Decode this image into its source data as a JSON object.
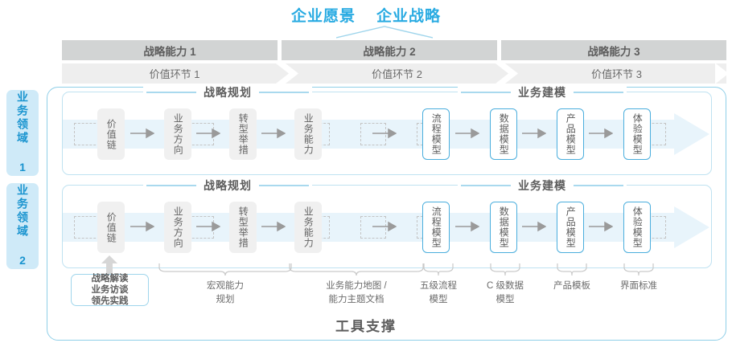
{
  "header": {
    "vision": "企业愿景",
    "strategy": "企业战略"
  },
  "capabilities": [
    {
      "label": "战略能力 1"
    },
    {
      "label": "战略能力 2"
    },
    {
      "label": "战略能力 3"
    }
  ],
  "value_chain": [
    {
      "label": "价值环节 1"
    },
    {
      "label": "价值环节 2"
    },
    {
      "label": "价值环节 3"
    }
  ],
  "domains": [
    {
      "label": "业务领域 1"
    },
    {
      "label": "业务领域 2"
    }
  ],
  "sections": {
    "planning": "战略规划",
    "modeling": "业务建模"
  },
  "nodes": {
    "planning": [
      {
        "label": "价值链"
      },
      {
        "label": "业务方向"
      },
      {
        "label": "转型举措"
      },
      {
        "label": "业务能力"
      }
    ],
    "modeling": [
      {
        "label": "流程模型"
      },
      {
        "label": "数据模型"
      },
      {
        "label": "产品模型"
      },
      {
        "label": "体验模型"
      }
    ]
  },
  "tools": {
    "strategy_box": [
      "战略解读",
      "业务访谈",
      "领先实践"
    ],
    "labels": [
      {
        "line1": "宏观能力",
        "line2": "规划"
      },
      {
        "line1": "业务能力地图 /",
        "line2": "能力主题文档"
      },
      {
        "line1": "五级流程",
        "line2": "模型"
      },
      {
        "line1": "C 级数据",
        "line2": "模型"
      },
      {
        "line1": "产品模板",
        "line2": ""
      },
      {
        "line1": "界面标准",
        "line2": ""
      }
    ]
  },
  "footer": {
    "title": "工具支撑"
  },
  "colors": {
    "accent": "#29abe2",
    "domain_tab": "#cfeaf8",
    "capability_bar": "#d2d4d4",
    "value_bar": "#eeeeee",
    "band": "#e8f4fb",
    "node_grey": "#f0f0f0",
    "node_blue_border": "#4aaedd"
  }
}
